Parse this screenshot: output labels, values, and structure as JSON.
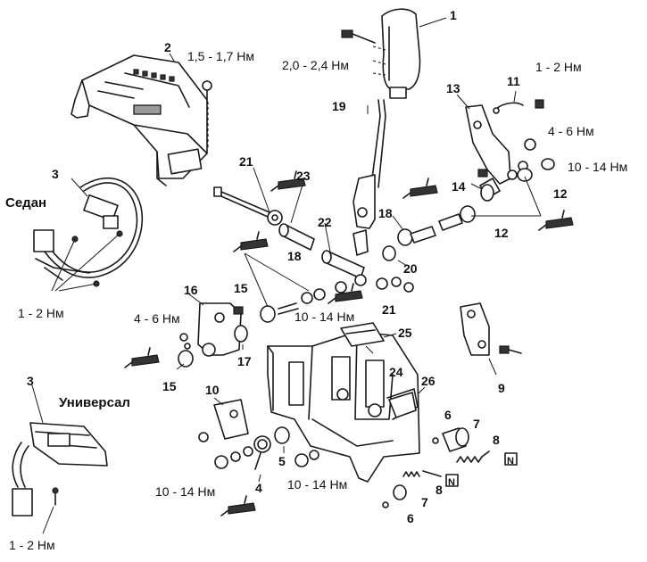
{
  "callouts": {
    "c1": "1",
    "c2": "2",
    "c3a": "3",
    "c3b": "3",
    "c4": "4",
    "c5": "5",
    "c6a": "6",
    "c6b": "6",
    "c7a": "7",
    "c7b": "7",
    "c8a": "8",
    "c8b": "8",
    "c9": "9",
    "c10": "10",
    "c11": "11",
    "c12a": "12",
    "c12b": "12",
    "c13": "13",
    "c14": "14",
    "c15a": "15",
    "c15b": "15",
    "c16": "16",
    "c17": "17",
    "c18a": "18",
    "c18b": "18",
    "c19": "19",
    "c20": "20",
    "c21a": "21",
    "c21b": "21",
    "c22": "22",
    "c23": "23",
    "c24": "24",
    "c25": "25",
    "c26": "26"
  },
  "torques": {
    "t_cover": "1,5 - 1,7 Нм",
    "t_knob": "2,0 - 2,4 Нм",
    "t_bracket_top": "1 - 2 Нм",
    "t_lever_nut": "4 - 6 Нм",
    "t_lever_bolt": "10 - 14 Нм",
    "t_sedan": "1 - 2 Нм",
    "t_mid_bolt": "10 - 14 Нм",
    "t_left_nut": "4 - 6 Нм",
    "t_bottom_left": "10 - 14 Нм",
    "t_bottom_mid": "10 - 14 Нм",
    "t_universal": "1 - 2 Нм"
  },
  "labels": {
    "sedan": "Седан",
    "universal": "Универсал"
  },
  "markers": {
    "n1": "N",
    "n2": "N"
  }
}
